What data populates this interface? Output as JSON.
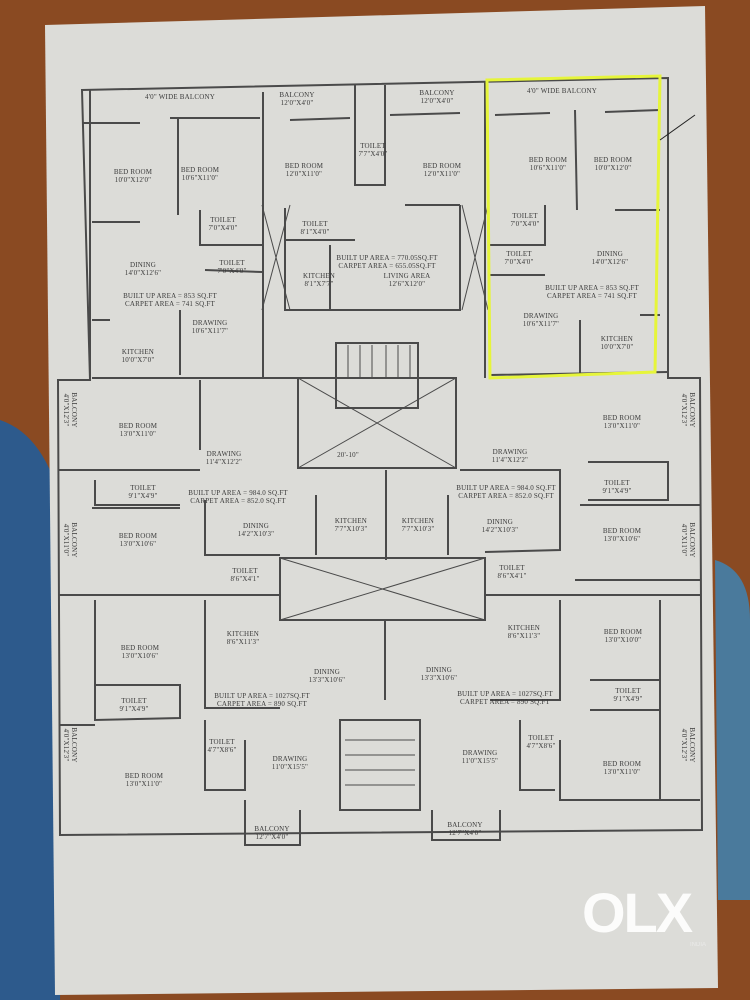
{
  "colors": {
    "paper": "#dcdcd8",
    "wall": "#4a4a4a",
    "highlight": "#e6f53a",
    "background": "#8a4a22",
    "cloth": "#2d5a8c"
  },
  "balconies": [
    {
      "name": "4'0\" WIDE BALCONY",
      "size": ""
    },
    {
      "name": "BALCONY",
      "size": "12'0\"X4'0\""
    },
    {
      "name": "BALCONY",
      "size": "12'0\"X4'0\""
    },
    {
      "name": "4'0\" WIDE BALCONY",
      "size": ""
    },
    {
      "name": "BALCONY",
      "size": "4'0\"X12'3\""
    },
    {
      "name": "BALCONY",
      "size": "4'0\"X12'3\""
    },
    {
      "name": "BALCONY",
      "size": "4'0\"X11'0\""
    },
    {
      "name": "BALCONY",
      "size": "4'0\"X11'0\""
    },
    {
      "name": "BALCONY",
      "size": "4'0\"X12'3\""
    },
    {
      "name": "BALCONY",
      "size": "4'0\"X12'3\""
    },
    {
      "name": "BALCONY",
      "size": "12'7\"X4'0\""
    },
    {
      "name": "BALCONY",
      "size": "12'7\"X4'0\""
    }
  ],
  "rooms": [
    {
      "name": "BED ROOM",
      "size": "10'0\"X12'0\""
    },
    {
      "name": "BED ROOM",
      "size": "10'6\"X11'0\""
    },
    {
      "name": "BED ROOM",
      "size": "12'0\"X11'0\""
    },
    {
      "name": "TOILET",
      "size": "7'7\"X4'0\""
    },
    {
      "name": "BED ROOM",
      "size": "12'0\"X11'0\""
    },
    {
      "name": "BED ROOM",
      "size": "10'6\"X11'0\""
    },
    {
      "name": "BED ROOM",
      "size": "10'0\"X12'0\""
    },
    {
      "name": "TOILET",
      "size": "7'0\"X4'0\""
    },
    {
      "name": "TOILET",
      "size": "8'1\"X4'0\""
    },
    {
      "name": "TOILET",
      "size": "7'0\"X4'0\""
    },
    {
      "name": "DINING",
      "size": "14'0\"X12'6\""
    },
    {
      "name": "TOILET",
      "size": "7'0\"X4'0\""
    },
    {
      "name": "KITCHEN",
      "size": "8'1\"X7'7\""
    },
    {
      "name": "LIVING AREA",
      "size": "12'6\"X12'0\""
    },
    {
      "name": "TOILET",
      "size": "7'0\"X4'0\""
    },
    {
      "name": "DINING",
      "size": "14'0\"X12'6\""
    },
    {
      "name": "DRAWING",
      "size": "10'6\"X11'7\""
    },
    {
      "name": "DRAWING",
      "size": "10'6\"X11'7\""
    },
    {
      "name": "KITCHEN",
      "size": "10'0\"X7'0\""
    },
    {
      "name": "KITCHEN",
      "size": "10'0\"X7'0\""
    },
    {
      "name": "BED ROOM",
      "size": "13'0\"X11'0\""
    },
    {
      "name": "DRAWING",
      "size": "11'4\"X12'2\""
    },
    {
      "name": "DRAWING",
      "size": "11'4\"X12'2\""
    },
    {
      "name": "BED ROOM",
      "size": "13'0\"X11'0\""
    },
    {
      "name": "TOILET",
      "size": "9'1\"X4'9\""
    },
    {
      "name": "TOILET",
      "size": "9'1\"X4'9\""
    },
    {
      "name": "BED ROOM",
      "size": "13'0\"X10'6\""
    },
    {
      "name": "DINING",
      "size": "14'2\"X10'3\""
    },
    {
      "name": "KITCHEN",
      "size": "7'7\"X10'3\""
    },
    {
      "name": "KITCHEN",
      "size": "7'7\"X10'3\""
    },
    {
      "name": "DINING",
      "size": "14'2\"X10'3\""
    },
    {
      "name": "BED ROOM",
      "size": "13'0\"X10'6\""
    },
    {
      "name": "TOILET",
      "size": "8'6\"X4'1\""
    },
    {
      "name": "TOILET",
      "size": "8'6\"X4'1\""
    },
    {
      "name": "BED ROOM",
      "size": "13'0\"X10'6\""
    },
    {
      "name": "KITCHEN",
      "size": "8'6\"X11'3\""
    },
    {
      "name": "DINING",
      "size": "13'3\"X10'6\""
    },
    {
      "name": "DINING",
      "size": "13'3\"X10'6\""
    },
    {
      "name": "KITCHEN",
      "size": "8'6\"X11'3\""
    },
    {
      "name": "BED ROOM",
      "size": "13'0\"X10'0\""
    },
    {
      "name": "TOILET",
      "size": "9'1\"X4'9\""
    },
    {
      "name": "TOILET",
      "size": "9'1\"X4'9\""
    },
    {
      "name": "TOILET",
      "size": "4'7\"X8'6\""
    },
    {
      "name": "DRAWING",
      "size": "11'0\"X15'5\""
    },
    {
      "name": "DRAWING",
      "size": "11'0\"X15'5\""
    },
    {
      "name": "TOILET",
      "size": "4'7\"X8'6\""
    },
    {
      "name": "BED ROOM",
      "size": "13'0\"X11'0\""
    },
    {
      "name": "BED ROOM",
      "size": "13'0\"X11'0\""
    }
  ],
  "areas": [
    {
      "built": "BUILT UP AREA = 853 SQ.FT",
      "carpet": "CARPET AREA = 741 SQ.FT"
    },
    {
      "built": "BUILT UP AREA = 770.05SQ.FT",
      "carpet": "CARPET AREA = 655.05SQ.FT"
    },
    {
      "built": "BUILT UP AREA = 853 SQ.FT",
      "carpet": "CARPET AREA = 741 SQ.FT"
    },
    {
      "built": "BUILT UP AREA = 984.0 SQ.FT",
      "carpet": "CARPET AREA = 852.0 SQ.FT"
    },
    {
      "built": "BUILT UP AREA = 984.0 SQ.FT",
      "carpet": "CARPET AREA = 852.0 SQ.FT"
    },
    {
      "built": "BUILT UP AREA = 1027SQ.FT",
      "carpet": "CARPET AREA = 890 SQ.FT"
    },
    {
      "built": "BUILT UP AREA = 1027SQ.FT",
      "carpet": "CARPET AREA = 890 SQ.FT"
    }
  ],
  "lift_dimension": "20'-10\"",
  "watermark": {
    "logo": "OLX",
    "region": "INDIA"
  }
}
